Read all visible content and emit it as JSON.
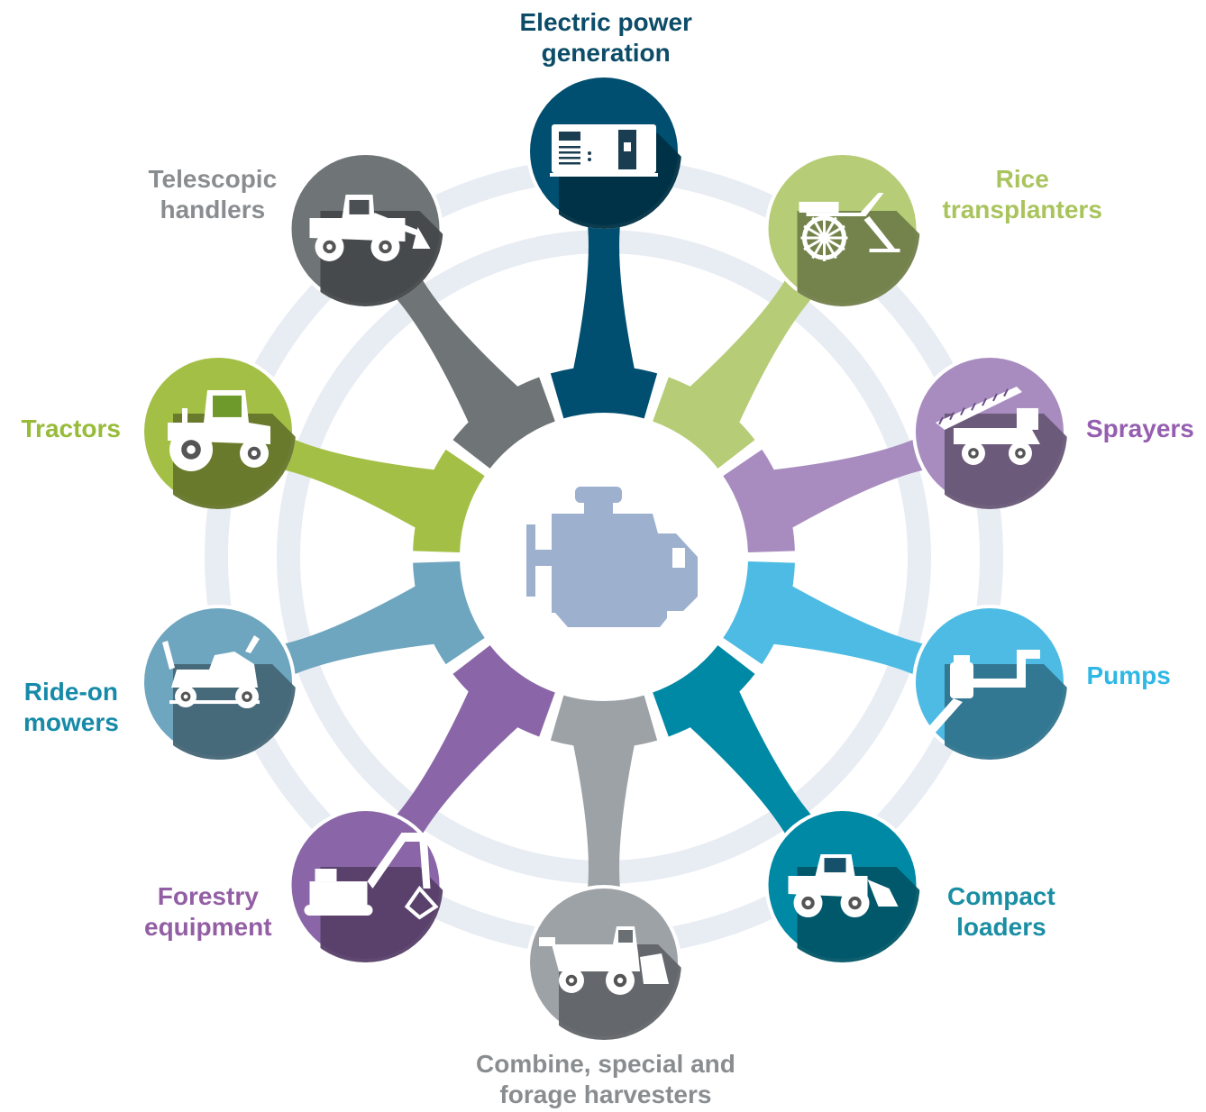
{
  "hub": {
    "icon": "engine-icon",
    "color": "#9db1cf"
  },
  "rings_color": "#e8ecf3",
  "segments": [
    {
      "id": "electric-power-generation",
      "label_lines": [
        "Electric power",
        "generation"
      ],
      "color": "#004e70",
      "icon": "generator-icon"
    },
    {
      "id": "rice-transplanters",
      "label_lines": [
        "Rice",
        "transplanters"
      ],
      "color": "#b6cc76",
      "icon": "rice-transplanter-icon"
    },
    {
      "id": "sprayers",
      "label_lines": [
        "Sprayers"
      ],
      "color": "#a88cbf",
      "icon": "sprayer-icon"
    },
    {
      "id": "pumps",
      "label_lines": [
        "Pumps"
      ],
      "color": "#4dbbe3",
      "icon": "pump-icon"
    },
    {
      "id": "compact-loaders",
      "label_lines": [
        "Compact",
        "loaders"
      ],
      "color": "#0089a5",
      "icon": "loader-icon"
    },
    {
      "id": "combine-harvesters",
      "label_lines": [
        "Combine, special and",
        "forage harvesters"
      ],
      "color": "#9da2a7",
      "icon": "harvester-icon"
    },
    {
      "id": "forestry-equipment",
      "label_lines": [
        "Forestry",
        "equipment"
      ],
      "color": "#8a66a8",
      "icon": "excavator-icon"
    },
    {
      "id": "ride-on-mowers",
      "label_lines": [
        "Ride-on",
        "mowers"
      ],
      "color": "#6ea5bf",
      "icon": "mower-icon"
    },
    {
      "id": "tractors",
      "label_lines": [
        "Tractors"
      ],
      "color": "#a4bf46",
      "icon": "tractor-icon"
    },
    {
      "id": "telescopic-handlers",
      "label_lines": [
        "Telescopic",
        "handlers"
      ],
      "color": "#6f7477",
      "icon": "telehandler-icon"
    }
  ],
  "label_colors": {
    "electric-power-generation": "#0c4c68",
    "rice-transplanters": "#a9c45d",
    "sprayers": "#955eb0",
    "pumps": "#2fb7e5",
    "compact-loaders": "#1a8ea3",
    "combine-harvesters": "#8a8d90",
    "forestry-equipment": "#935fa4",
    "ride-on-mowers": "#168aa8",
    "tractors": "#98bb3a",
    "telescopic-handlers": "#8a8d90"
  }
}
